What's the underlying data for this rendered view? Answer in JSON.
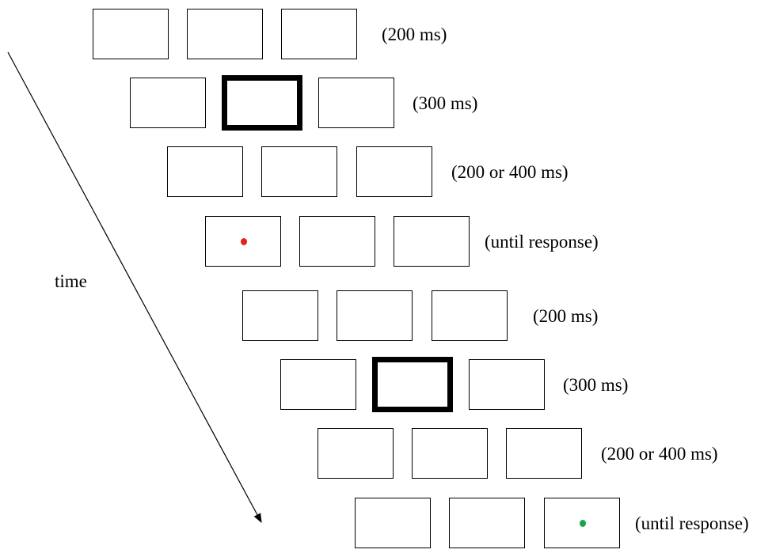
{
  "time_label": "time",
  "colors": {
    "target_red": "#e8201b",
    "target_green": "#1aa34a",
    "stroke": "#000000"
  },
  "frames": [
    {
      "duration": "(200 ms)",
      "cue_box": null,
      "target": null
    },
    {
      "duration": "(300 ms)",
      "cue_box": 2,
      "target": null
    },
    {
      "duration": "(200 or 400 ms)",
      "cue_box": null,
      "target": null
    },
    {
      "duration": "(until response)",
      "cue_box": null,
      "target": {
        "box": 1,
        "color": "red"
      }
    },
    {
      "duration": "(200 ms)",
      "cue_box": null,
      "target": null
    },
    {
      "duration": "(300 ms)",
      "cue_box": 2,
      "target": null
    },
    {
      "duration": "(200 or 400 ms)",
      "cue_box": null,
      "target": null
    },
    {
      "duration": "(until response)",
      "cue_box": null,
      "target": {
        "box": 3,
        "color": "green"
      }
    }
  ]
}
